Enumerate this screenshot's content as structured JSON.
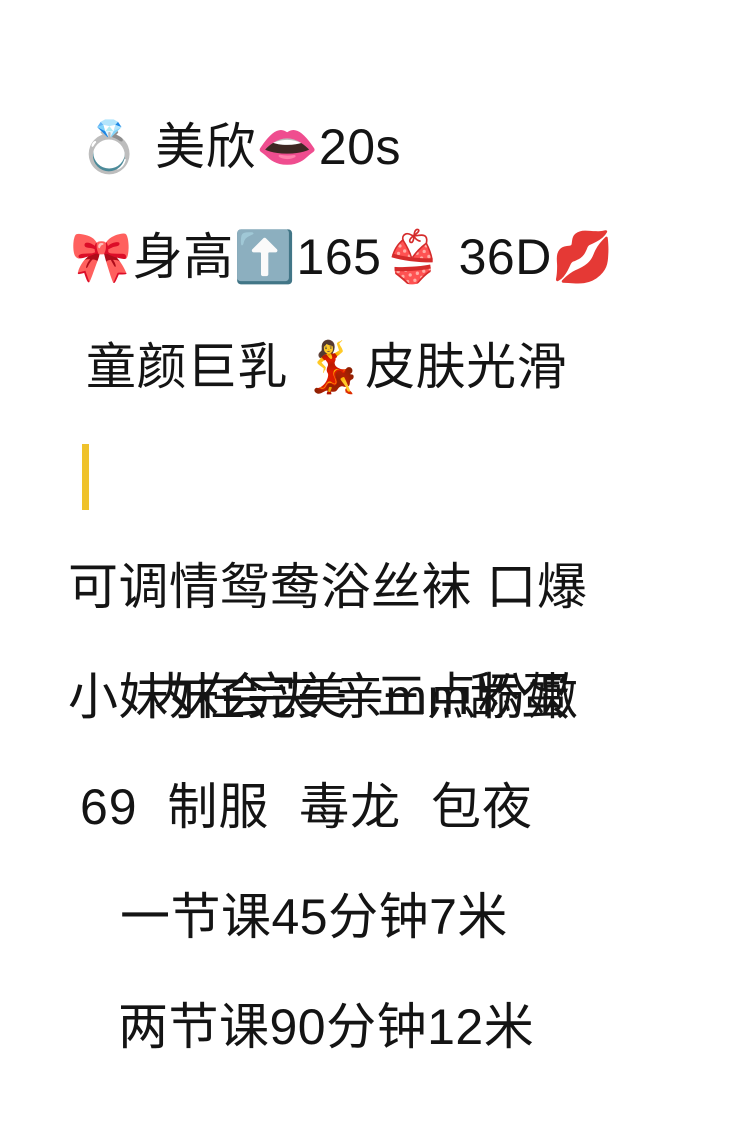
{
  "page": {
    "background_color": "#ffffff",
    "text_color": "#141414",
    "cursor_color": "#efc22b"
  },
  "lines": [
    {
      "id": "line-name-age",
      "text": "💍 美欣👄20s",
      "emojis": [
        "ring-icon",
        "mouth-icon"
      ]
    },
    {
      "id": "line-height-measurements",
      "text": "🎀身高⬆️165👙 36D💋",
      "emojis": [
        "ribbon-icon",
        "up-arrow-icon",
        "bikini-icon",
        "kiss-mark-icon"
      ]
    },
    {
      "id": "line-appearance",
      "text": "童颜巨乳 💃皮肤光滑",
      "emojis": [
        "dancer-icon"
      ]
    },
    {
      "id": "line-inner-qualities",
      "text": "内在完美  三点粉嫩",
      "emojis": []
    },
    {
      "id": "line-services-one",
      "text": "可调情鸳鸯浴丝袜 口爆",
      "emojis": []
    },
    {
      "id": "line-services-two",
      "text": "小妹妹会夹 亲mm舔蛋",
      "emojis": []
    },
    {
      "id": "line-services-three",
      "text": "69  制服  毒龙  包夜",
      "emojis": []
    },
    {
      "id": "line-price-single",
      "text": "一节课45分钟7米",
      "emojis": []
    },
    {
      "id": "line-price-double",
      "text": "两节课90分钟12米",
      "emojis": []
    }
  ]
}
